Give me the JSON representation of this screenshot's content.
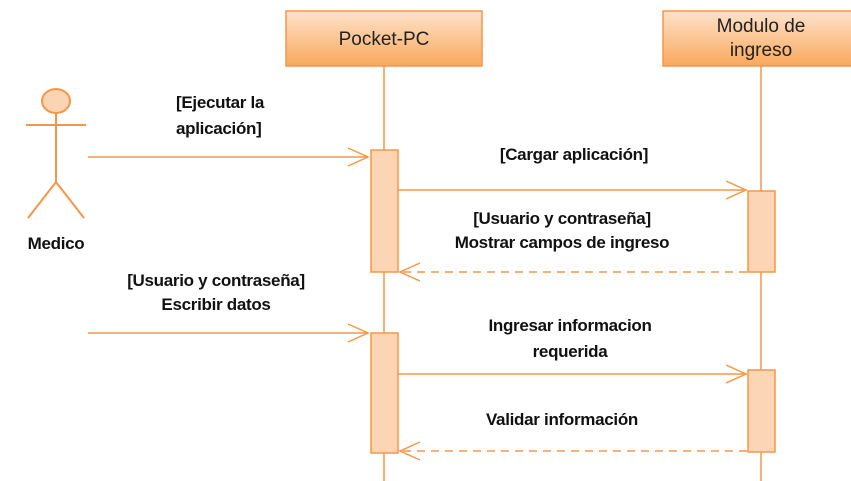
{
  "actor": {
    "name": "Medico"
  },
  "lifelines": [
    {
      "name": "Pocket-PC",
      "lines": [
        "Pocket-PC"
      ]
    },
    {
      "name": "Modulo de ingreso",
      "lines": [
        "Modulo de",
        "ingreso"
      ]
    }
  ],
  "messages": [
    {
      "lines": [
        "[Ejecutar la",
        "aplicación]"
      ],
      "from": "Medico",
      "to": "Pocket-PC",
      "style": "solid"
    },
    {
      "lines": [
        "[Cargar aplicación]"
      ],
      "from": "Pocket-PC",
      "to": "Modulo de ingreso",
      "style": "solid"
    },
    {
      "lines": [
        "[Usuario y contraseña]",
        "Mostrar campos de ingreso"
      ],
      "from": "Modulo de ingreso",
      "to": "Pocket-PC",
      "style": "dashed"
    },
    {
      "lines": [
        "[Usuario y contraseña]",
        "Escribir datos"
      ],
      "from": "Medico",
      "to": "Pocket-PC",
      "style": "solid"
    },
    {
      "lines": [
        "Ingresar informacion",
        "requerida"
      ],
      "from": "Pocket-PC",
      "to": "Modulo de ingreso",
      "style": "solid"
    },
    {
      "lines": [
        "Validar información"
      ],
      "from": "Modulo de ingreso",
      "to": "Pocket-PC",
      "style": "dashed"
    }
  ],
  "colors": {
    "stroke": "#f79646",
    "box_fill_top": "#fde3cc",
    "box_fill_bottom": "#f9a85c",
    "activation_fill": "#fcd5b4",
    "actor_head": "#fbd4b4",
    "text": "#111111"
  }
}
